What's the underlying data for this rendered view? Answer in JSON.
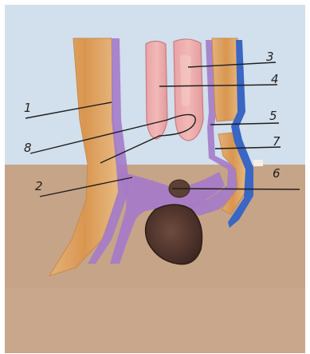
{
  "labels": {
    "l1": "1",
    "l2": "2",
    "l3": "3",
    "l4": "4",
    "l5": "5",
    "l6": "6",
    "l7": "7",
    "l8": "8"
  },
  "colors": {
    "paper_top": "#d2e0ee",
    "paper_bottom": "#c4a386",
    "muscle": "#e0a86c",
    "membrane": "#a67ac8",
    "mucosa_pink": "#e8a0a4",
    "vessel_blue": "#3a66c4",
    "mass_dark": "#5a3c33",
    "leader_line": "#1f1f1f"
  }
}
